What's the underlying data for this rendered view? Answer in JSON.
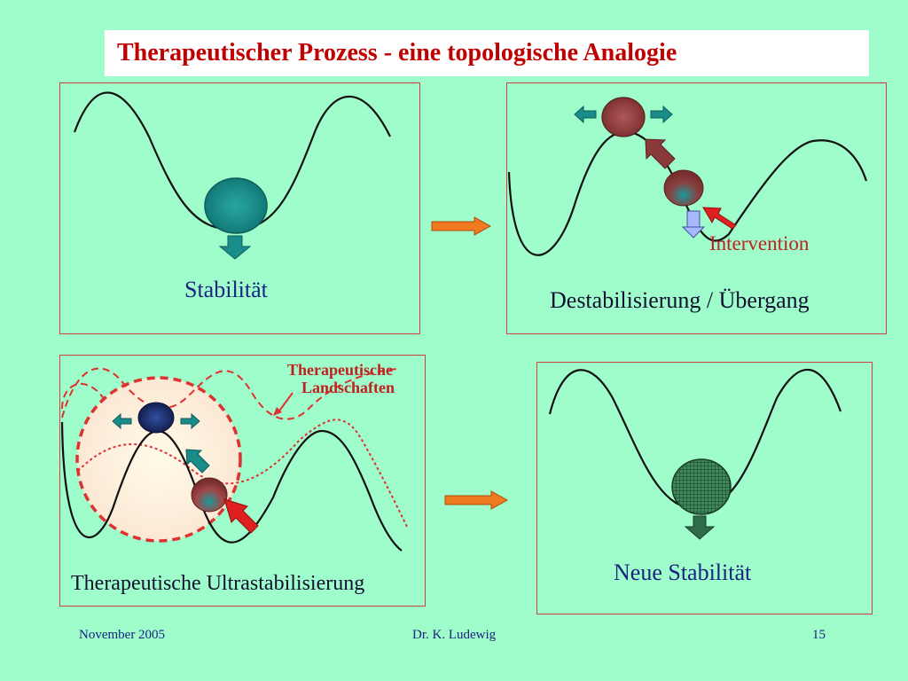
{
  "title": "Therapeutischer Prozess - eine topologische Analogie",
  "panels": {
    "p1": {
      "label": "Stabilität"
    },
    "p2": {
      "label": "Destabilisierung / Übergang",
      "annotation": "Intervention"
    },
    "p3": {
      "label": "Therapeutische Ultrastabilisierung",
      "annotation_line1": "Therapeutische",
      "annotation_line2": "Landschaften"
    },
    "p4": {
      "label": "Neue Stabilität"
    }
  },
  "colors": {
    "background": "#9ffdcc",
    "title_text": "#c00000",
    "panel_border": "#d04040",
    "ball_teal": "#1a8c8a",
    "ball_maroon": "#8a3a3a",
    "ball_navy": "#1a2f6a",
    "ball_green": "#2e6b48",
    "arrow_orange": "#f07a20",
    "dashed_red": "#e03030"
  },
  "footer": {
    "date": "November 2005",
    "author": "Dr. K. Ludewig",
    "page": "15"
  }
}
